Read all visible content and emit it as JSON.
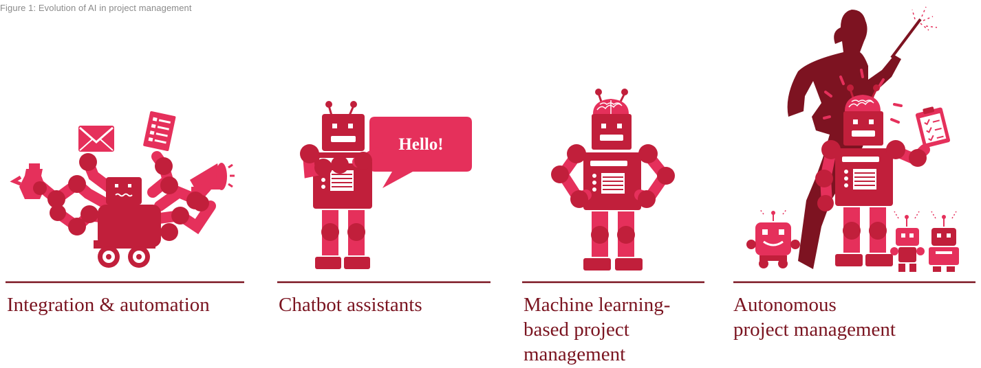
{
  "figure": {
    "caption": "Figure 1: Evolution of AI in project management"
  },
  "colors": {
    "pink": "#e5305b",
    "crimson": "#c11f3b",
    "dark_red": "#8e1a2a",
    "silhouette": "#7d1321",
    "line": "#7a1420",
    "text": "#7a1420"
  },
  "stages": [
    {
      "label": "Integration & automation",
      "icon": "multi-armed-robot-with-tools"
    },
    {
      "label": "Chatbot assistants",
      "icon": "robot-with-speech-bubble"
    },
    {
      "label": "Machine learning-\nbased project\nmanagement",
      "icon": "robot-with-brain"
    },
    {
      "label": "Autonomous\nproject management",
      "icon": "robots-with-human-silhouette"
    }
  ],
  "speech_bubble": {
    "text": "Hello!"
  }
}
